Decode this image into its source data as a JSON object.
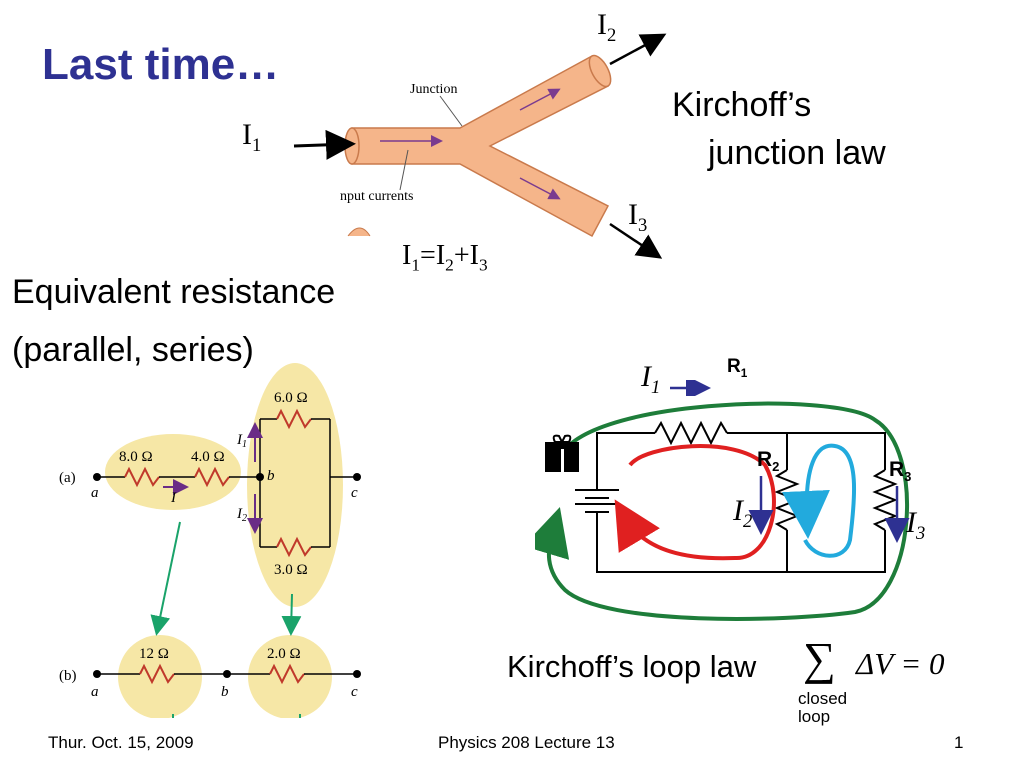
{
  "slide": {
    "title": "Last time…",
    "footer": {
      "date": "Thur. Oct. 15, 2009",
      "course": "Physics 208 Lecture 13",
      "page": "1"
    }
  },
  "junction": {
    "law_line1": "Kirchoff’s",
    "law_line2": "junction law",
    "fig_label_junction": "Junction",
    "fig_label_input": "nput currents",
    "i1": {
      "base": "I",
      "sub": "1"
    },
    "i2": {
      "base": "I",
      "sub": "2"
    },
    "i3": {
      "base": "I",
      "sub": "3"
    },
    "equation": {
      "a": "I",
      "a_sub": "1",
      "eq": "=",
      "b": "I",
      "b_sub": "2",
      "plus": "+",
      "c": "I",
      "c_sub": "3"
    }
  },
  "resistance": {
    "line1": "Equivalent resistance",
    "line2": "(parallel, series)",
    "fig": {
      "a_label": "(a)",
      "b_label": "(b)",
      "node_a": "a",
      "node_b": "b",
      "node_c": "c",
      "r8": "8.0 Ω",
      "r4": "4.0 Ω",
      "r6": "6.0 Ω",
      "r3": "3.0 Ω",
      "r12": "12 Ω",
      "r2": "2.0 Ω",
      "current_I": "I",
      "i1": "I",
      "i1_sub": "1",
      "i2": "I",
      "i2_sub": "2"
    }
  },
  "loop": {
    "law": "Kirchoff’s loop law",
    "formula_sum": "∑",
    "formula": "ΔV = 0",
    "closed": "closed",
    "loop_word": "loop",
    "r1": "R",
    "r1_sub": "1",
    "r2": "R",
    "r2_sub": "2",
    "r3": "R",
    "r3_sub": "3",
    "i1": "I",
    "i1_sub": "1",
    "i2": "I",
    "i2_sub": "2",
    "i3": "I",
    "i3_sub": "3"
  },
  "colors": {
    "title": "#2e3192",
    "tube": "#f5b58a",
    "highlight": "#f6e7a6",
    "loop_green": "#1e7d3a",
    "loop_red": "#e02020",
    "loop_cyan": "#22aadd",
    "arrow_blue": "#2e3192"
  }
}
